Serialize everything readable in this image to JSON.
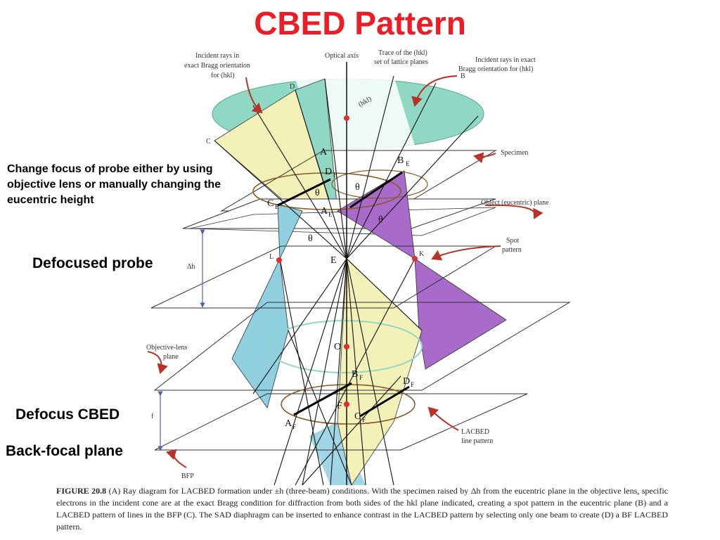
{
  "title": "CBED Pattern",
  "annotations": {
    "focus_note": "Change focus of probe either by using objective lens or manually changing the eucentric height",
    "defocused_probe": "Defocused probe",
    "defocus_cbed": "Defocus CBED",
    "back_focal_plane": "Back-focal plane"
  },
  "diagram_labels": {
    "incident_left": [
      "Incident rays in",
      "exact Bragg orientation",
      "for (hkl)"
    ],
    "optical_axis": "Optical axis",
    "trace": [
      "Trace of the (hkl)",
      "set of lattice planes"
    ],
    "incident_right": [
      "Incident rays in exact",
      "Bragg orientation for (hkl)"
    ],
    "hkl": "(hkl)",
    "specimen": "Specimen",
    "object_plane": "Object (eucentric) plane",
    "spot_pattern": [
      "Spot",
      "pattern"
    ],
    "delta_h": "Δh",
    "objective_lens_plane": [
      "Objective-lens",
      "plane"
    ],
    "f": "f",
    "lacbed": [
      "LACBED",
      "line pattern"
    ],
    "bfp": "BFP",
    "theta": "θ"
  },
  "points": {
    "A": "A",
    "B": "B",
    "C": "C",
    "D": "D",
    "E": "E",
    "F": "F",
    "K": "K",
    "L": "L",
    "O": "O",
    "AE": "A",
    "BE": "B",
    "CE": "C",
    "DE": "D",
    "AF": "A",
    "BF": "B",
    "CF": "C",
    "DF": "D",
    "sub_E": "E",
    "sub_F": "F"
  },
  "caption": {
    "figure": "FIGURE 20.8",
    "text": "(A) Ray diagram for LACBED formation under ±h (three-beam) conditions. With the specimen raised by Δh from the eucentric plane in the objective lens, specific electrons in the incident cone are at the exact Bragg condition for diffraction from both sides of the hkl plane indicated, creating a spot pattern in the eucentric plane (B) and a LACBED pattern of lines in the BFP (C). The SAD diaphragm can be inserted to enhance contrast in the LACBED pattern by selecting only one beam to create (D) a BF LACBED pattern."
  },
  "colors": {
    "title": "#ee1c24",
    "cone_green": "#8fd9c4",
    "cone_yellow": "#f4f1b8",
    "cone_blue": "#8fcfe0",
    "cone_purple": "#a86bc9",
    "ring_brown": "#8a5a2b",
    "marker_red": "#e0302a",
    "arrow_red": "#b8322a"
  }
}
